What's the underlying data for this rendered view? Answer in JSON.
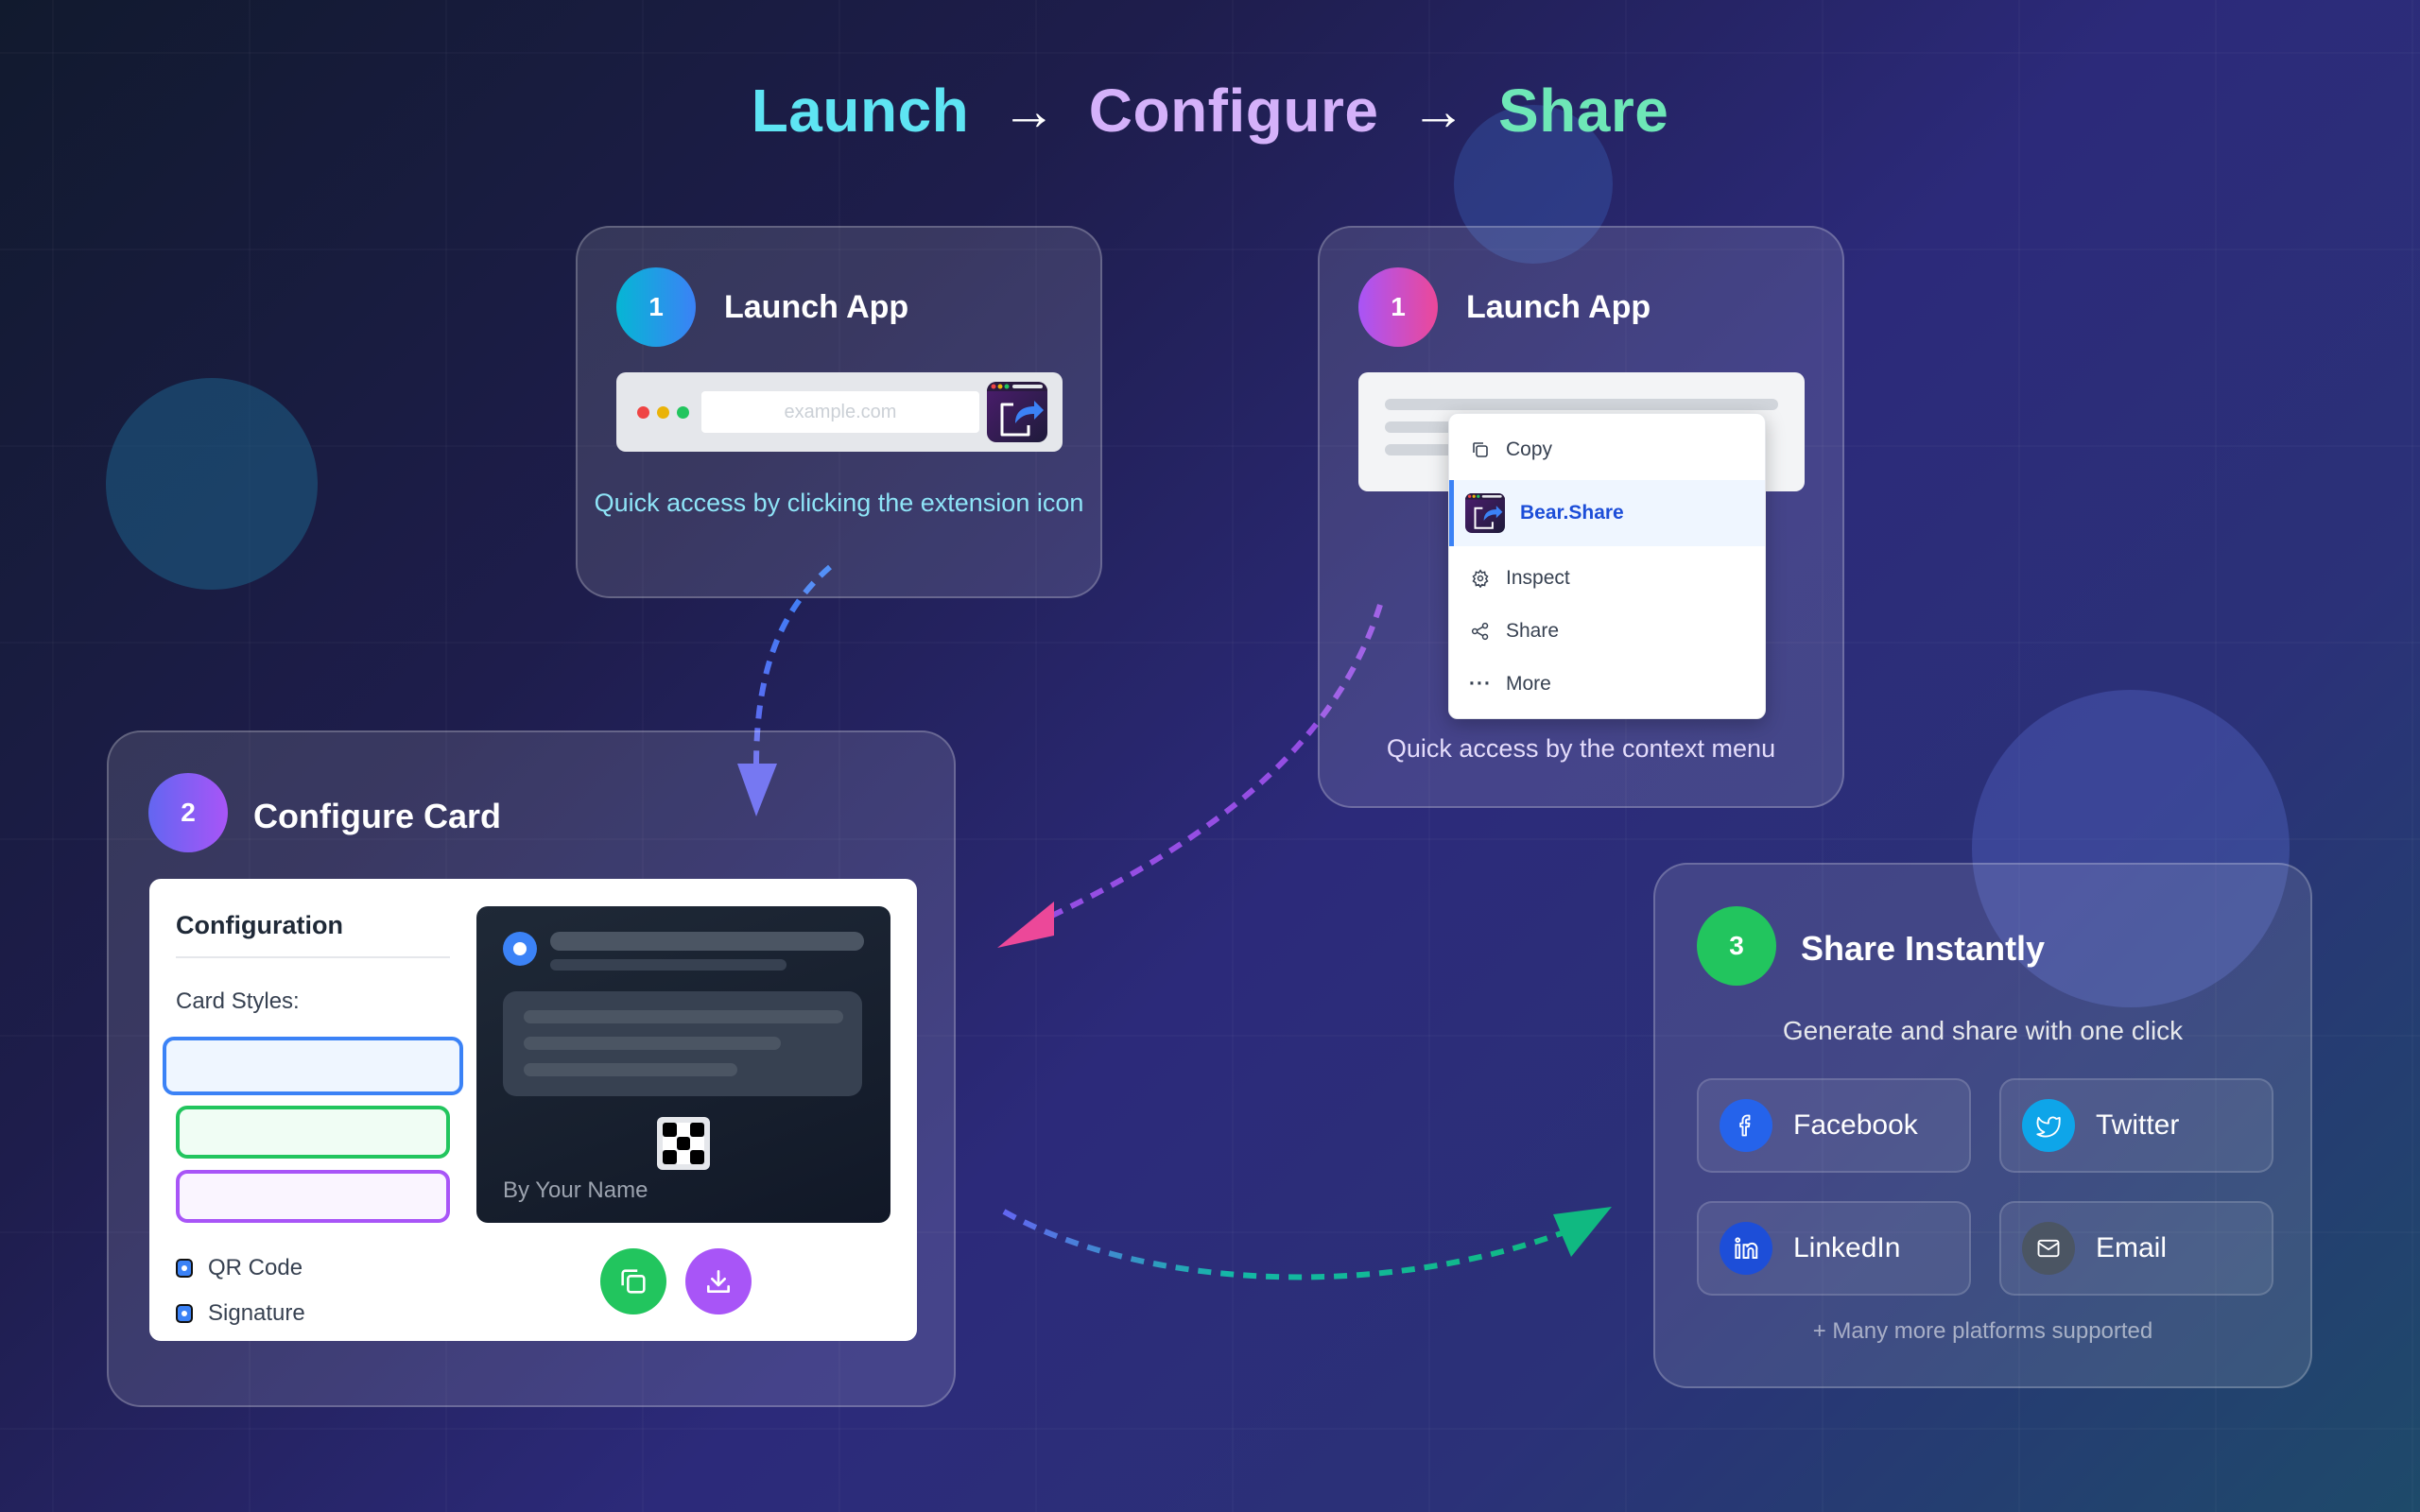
{
  "header": {
    "steps": [
      "Launch",
      "Configure",
      "Share"
    ],
    "arrow": "→",
    "colors": [
      "#5ee4f3",
      "#d4b1fa",
      "#6ee7b7"
    ]
  },
  "card_launch_extension": {
    "step_number": "1",
    "title": "Launch App",
    "url_placeholder": "example.com",
    "extension_icon": "bear-share-app-icon",
    "description": "Quick access by clicking the extension icon"
  },
  "card_launch_context": {
    "step_number": "1",
    "title": "Launch App",
    "context_menu": {
      "items": [
        {
          "label": "Copy",
          "icon": "copy-icon"
        },
        {
          "label": "Bear.Share",
          "icon": "bear-share-app-icon",
          "active": true
        },
        {
          "label": "Inspect",
          "icon": "gear-icon"
        },
        {
          "label": "Share",
          "icon": "share-nodes-icon"
        },
        {
          "label": "More",
          "icon": "ellipsis-icon"
        }
      ]
    },
    "description": "Quick access by the context menu"
  },
  "card_configure": {
    "step_number": "2",
    "title": "Configure Card",
    "panel": {
      "heading": "Configuration",
      "card_styles_label": "Card Styles:",
      "style_options": [
        {
          "name": "blue",
          "border": "#3b82f6",
          "fill": "#eff6ff",
          "selected": true
        },
        {
          "name": "green",
          "border": "#22c55e",
          "fill": "#f0fdf4",
          "selected": false
        },
        {
          "name": "purple",
          "border": "#a855f7",
          "fill": "#faf5ff",
          "selected": false
        }
      ],
      "checkboxes": [
        {
          "label": "QR Code",
          "checked": true
        },
        {
          "label": "Signature",
          "checked": true
        }
      ],
      "preview": {
        "signature": "By Your Name"
      },
      "actions": [
        {
          "name": "copy",
          "icon": "copy-icon",
          "color": "#22c55e"
        },
        {
          "name": "download",
          "icon": "download-icon",
          "color": "#a855f7"
        }
      ]
    }
  },
  "card_share": {
    "step_number": "3",
    "title": "Share Instantly",
    "subtitle": "Generate and share with one click",
    "platforms": [
      {
        "label": "Facebook",
        "icon": "facebook-icon",
        "color": "#2563eb"
      },
      {
        "label": "Twitter",
        "icon": "twitter-icon",
        "color": "#0ea5e9"
      },
      {
        "label": "LinkedIn",
        "icon": "linkedin-icon",
        "color": "#1d4ed8"
      },
      {
        "label": "Email",
        "icon": "mail-icon",
        "color": "#4b5563"
      }
    ],
    "footer": "+ Many more platforms supported"
  }
}
